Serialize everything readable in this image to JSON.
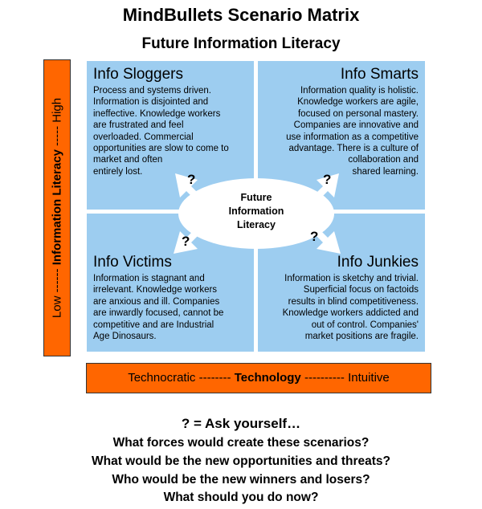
{
  "title": "MindBullets Scenario Matrix",
  "subtitle": "Future Information Literacy",
  "quadrants": {
    "top_left": {
      "title": "Info Sloggers",
      "lines": [
        "Process and systems driven.",
        "Information is disjointed and",
        "ineffective. Knowledge workers",
        "are frustrated and feel",
        "overloaded. Commercial",
        "opportunities are slow to come to",
        "market and often",
        "entirely lost."
      ]
    },
    "top_right": {
      "title": "Info Smarts",
      "lines": [
        "Information quality is holistic.",
        "Knowledge workers are agile,",
        "focused on personal mastery.",
        "Companies are innovative and",
        "use information as a competitive",
        "advantage. There is a culture of",
        "collaboration and",
        "shared learning."
      ]
    },
    "bottom_left": {
      "title": "Info Victims",
      "lines": [
        "Information is stagnant and",
        "irrelevant. Knowledge workers",
        "are anxious and ill. Companies",
        "are inwardly focused, cannot be",
        "competitive and are Industrial",
        "Age Dinosaurs."
      ]
    },
    "bottom_right": {
      "title": "Info Junkies",
      "lines": [
        "Information is sketchy and trivial.",
        "Superficial focus on factoids",
        "results in blind competitiveness.",
        "Knowledge workers addicted and",
        "out of control. Companies'",
        "market positions are fragile."
      ]
    }
  },
  "center": {
    "lines": [
      "Future",
      "Information",
      "Literacy"
    ]
  },
  "question_mark": "?",
  "axes": {
    "vertical": {
      "low": "Low ------",
      "label": "Information Literacy",
      "high": "----- High"
    },
    "horizontal": {
      "left": "Technocratic --------",
      "label": "Technology",
      "right": "---------- Intuitive"
    }
  },
  "ask": {
    "heading": "? = Ask yourself…",
    "questions": [
      "What forces would create these scenarios?",
      "What would be the new opportunities and threats?",
      "Who would be the new winners and losers?",
      "What should you do now?"
    ]
  },
  "colors": {
    "quadrant": "#9dcdf0",
    "axis_bar": "#ff6600",
    "ellipse": "#ffffff"
  }
}
